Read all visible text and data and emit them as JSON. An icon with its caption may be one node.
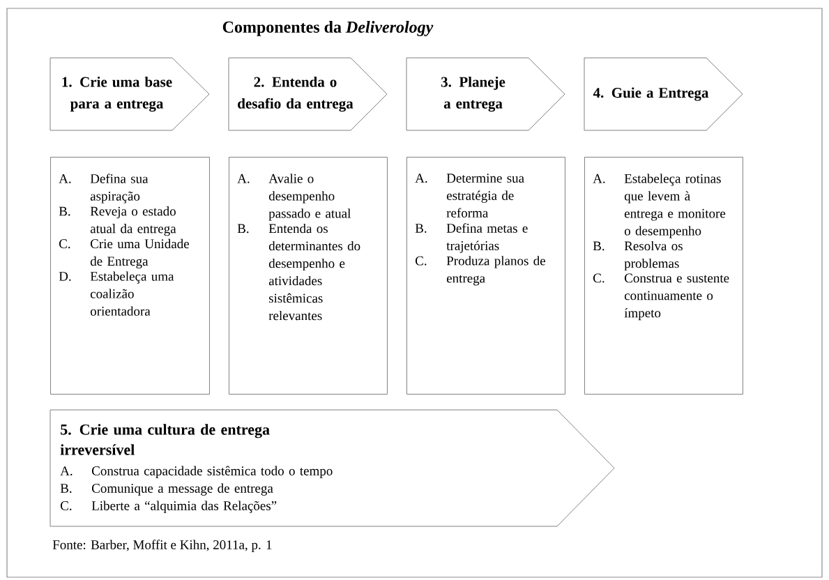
{
  "diagram": {
    "title": "Componentes da *Deliverology*",
    "nodes": [
      {
        "text": [
          "1. Crie uma base para a entrega"
        ]
      },
      {
        "text": [
          "2. Entenda o desafio da entrega"
        ]
      },
      {
        "text": [
          "3. Planeje a entrega"
        ]
      },
      {
        "text": [
          "4. Guie a Entrega"
        ]
      },
      {
        "text": [
          "A.",
          "Defina sua aspiração",
          "B.",
          "Reveja o estado atual da entrega",
          "C.",
          "Crie uma Unidade de Entrega",
          "D.",
          "Estabeleça uma coalizão orientadora"
        ]
      },
      {
        "text": [
          "A.",
          "Avalie o desempenho passado e atual",
          "B.",
          "Entenda os determinantes do desempenho e atividades sistêmicas relevantes"
        ]
      },
      {
        "text": [
          "A.",
          "Determine sua estratégia de reforma",
          "B.",
          "Defina metas e trajetórias",
          "C.",
          "Produza planos de entrega"
        ]
      },
      {
        "text": [
          "A.",
          "Estabeleça rotinas que levem à entrega e monitore o desempenho",
          "B.",
          "Resolva os problemas",
          "C.",
          "Construa e sustente continuamente o ímpeto"
        ]
      },
      {
        "text": [
          "5. Crie uma cultura de entrega irreversível",
          "A.",
          "Construa capacidade sistêmica todo o tempo",
          "B.",
          "Comunique a message de entrega",
          "C.",
          "Liberte a “alquimia das Relações”"
        ]
      }
    ],
    "caption": "Fonte: Barber, Moffit e Kihn, 2011a, p. 1"
  }
}
